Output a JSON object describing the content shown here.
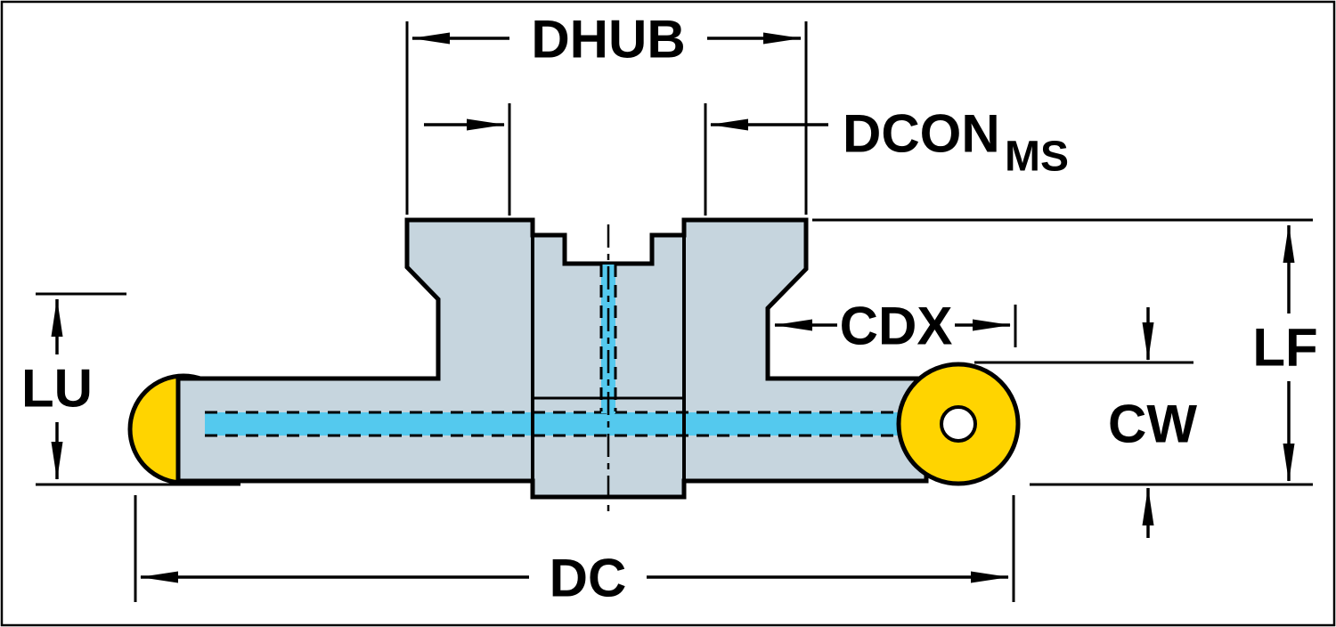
{
  "page": {
    "background": "#ffffff",
    "frame_color": "#000000"
  },
  "colors": {
    "body_fill": "#c6d5de",
    "outline": "#000000",
    "insert_fill": "#ffd400",
    "insert_hole_fill": "#ffffff",
    "coolant_fill": "#54c9ee",
    "dimension_color": "#000000"
  },
  "labels": {
    "dhub": "DHUB",
    "dcon": "DCON",
    "dcon_subscript": "MS",
    "cdx": "CDX",
    "lf": "LF",
    "cw": "CW",
    "lu": "LU",
    "dc": "DC"
  }
}
